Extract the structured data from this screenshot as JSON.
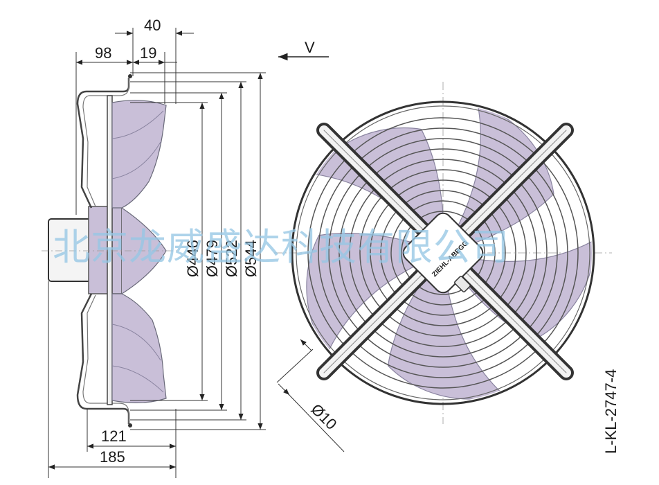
{
  "side_view": {
    "dimensions": {
      "d40": "40",
      "d98": "98",
      "d19": "19",
      "d121": "121",
      "d185": "185",
      "d446": "Ø446",
      "d479": "Ø479",
      "d522": "Ø522",
      "d544": "Ø544"
    }
  },
  "front_view": {
    "view_label": "V",
    "hole_dim": "Ø10",
    "brand_label": "ZIEHL-ABEGG"
  },
  "drawing_code": "L-KL-2747-4",
  "watermark": "北京龙威盛达科技有限公司",
  "colors": {
    "blade_fill": "#c9bfd8",
    "line": "#3a3a3a",
    "watermark": "#96c6e4"
  }
}
